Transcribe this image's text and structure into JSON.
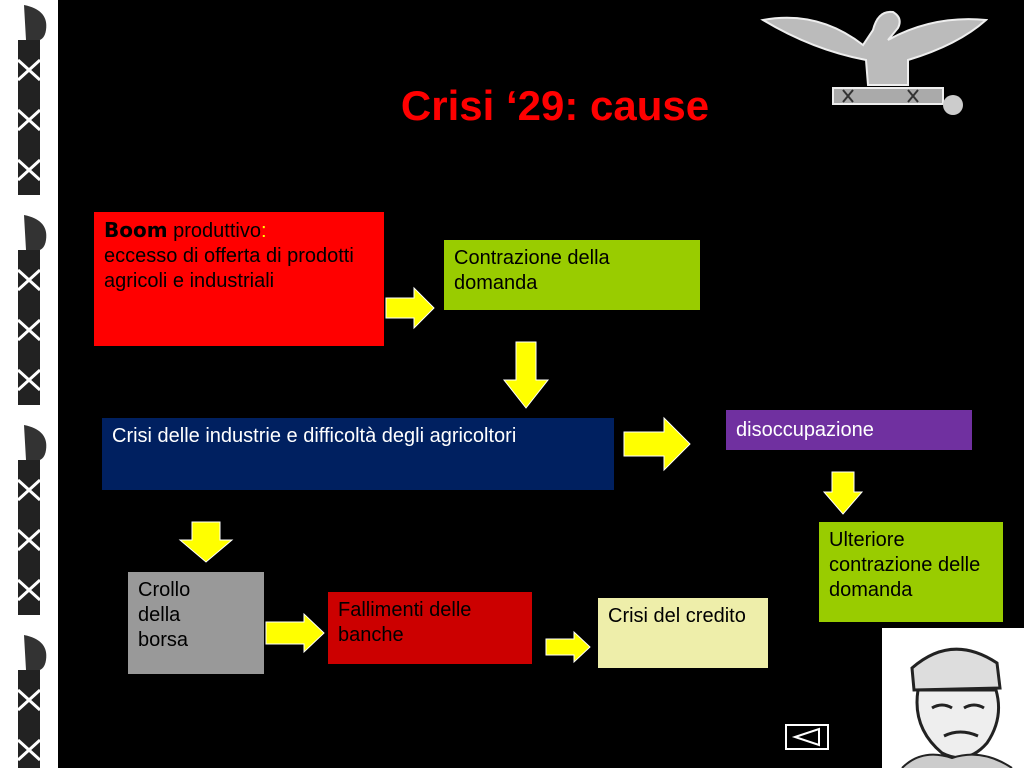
{
  "slide": {
    "title": "Crisi ‘29: cause"
  },
  "colors": {
    "background": "#000000",
    "title": "#ff0000",
    "arrow_fill": "#ffff00",
    "red_box": "#ff0000",
    "green_box": "#99cc00",
    "navy_box": "#002060",
    "purple_box": "#7030a0",
    "grey_box": "#999999",
    "darkred_box": "#cc0000",
    "cream_box": "#eeeeaa"
  },
  "boxes": {
    "boom": {
      "bold": "Boom",
      "rest": " produttivo",
      "colon": ":",
      "line2": "eccesso di offerta di prodotti agricoli e industriali"
    },
    "contrazione": "Contrazione della domanda",
    "crisi_industrie": "Crisi delle industrie e difficoltà degli agricoltori",
    "disoccupazione": "disoccupazione",
    "ulteriore": "Ulteriore contrazione delle domanda",
    "crollo": "Crollo della borsa",
    "fallimenti": "Fallimenti delle banche",
    "crisi_credito": "Crisi del credito"
  },
  "icons": {
    "eagle": "eagle-emblem-icon",
    "fasces": "fasces-icon",
    "portrait": "caricature-portrait-icon",
    "nav": "back-triangle-icon"
  }
}
